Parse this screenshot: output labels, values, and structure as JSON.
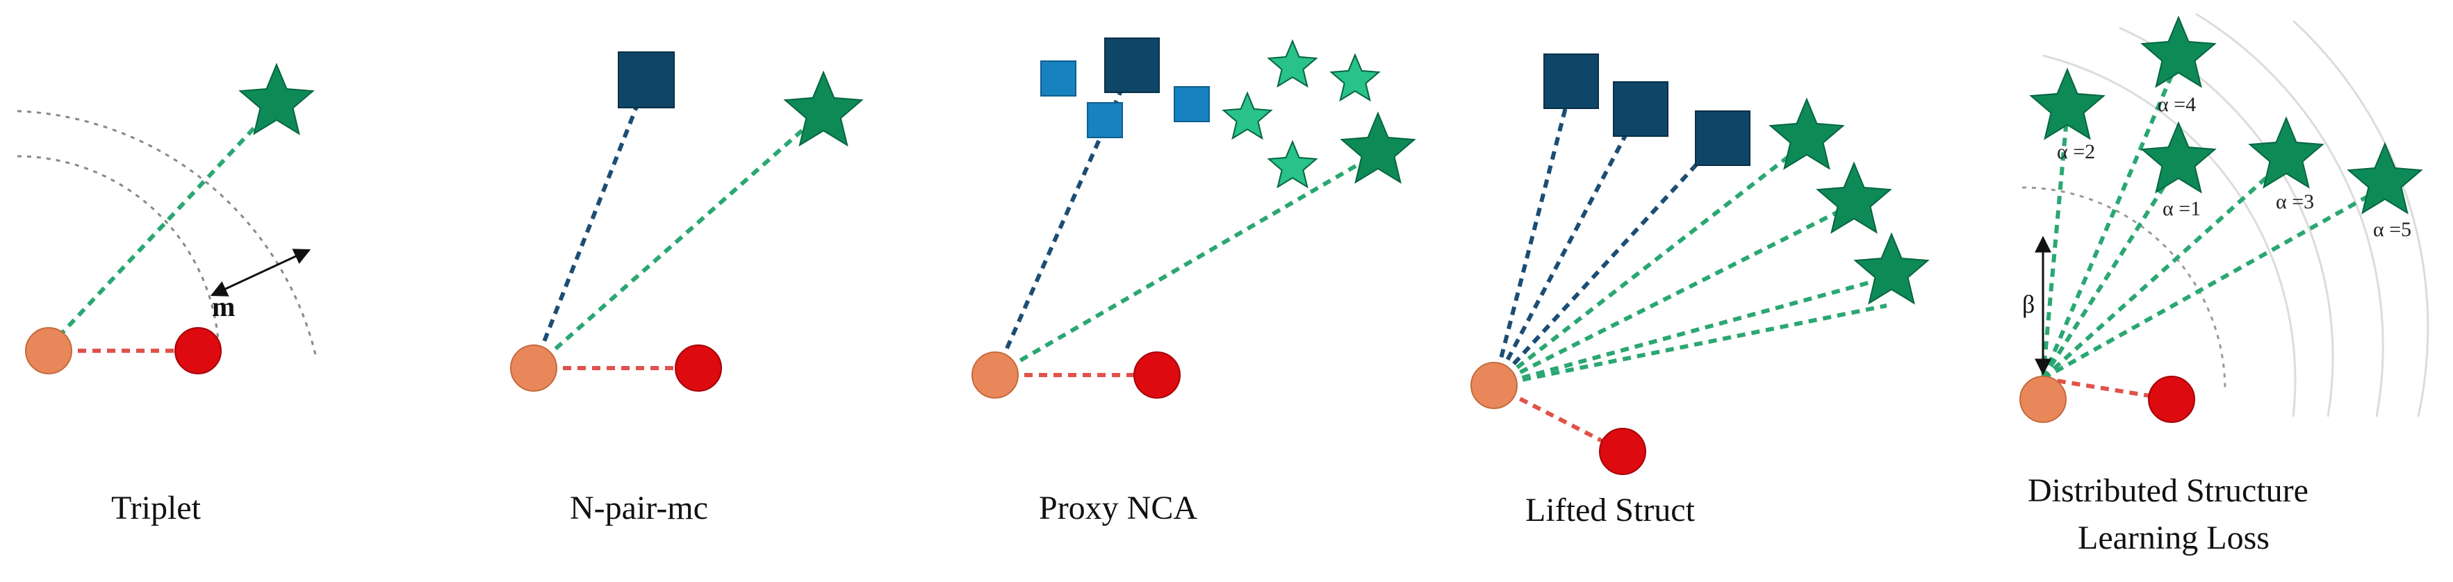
{
  "panels": [
    {
      "id": "triplet",
      "caption": "Triplet"
    },
    {
      "id": "npair",
      "caption": "N-pair-mc"
    },
    {
      "id": "proxy",
      "caption": "Proxy NCA"
    },
    {
      "id": "lifted",
      "caption": "Lifted Struct"
    },
    {
      "id": "dsl",
      "caption_line1": "Distributed Structure",
      "caption_line2": "Learning Loss"
    }
  ],
  "labels": {
    "margin": "m",
    "beta": "β",
    "alpha": [
      "α =2",
      "α =4",
      "α =1",
      "α =3",
      "α =5"
    ]
  },
  "colors": {
    "anchor": "#e8885a",
    "negative": "#dd0a0f",
    "star": "#0e8a57",
    "star_light": "#28c28a",
    "square_dark": "#0f4668",
    "square_light": "#1882c0",
    "negative_link": "#e0524a",
    "positive_link": "#2aa772",
    "square_link": "#1c4d74"
  }
}
